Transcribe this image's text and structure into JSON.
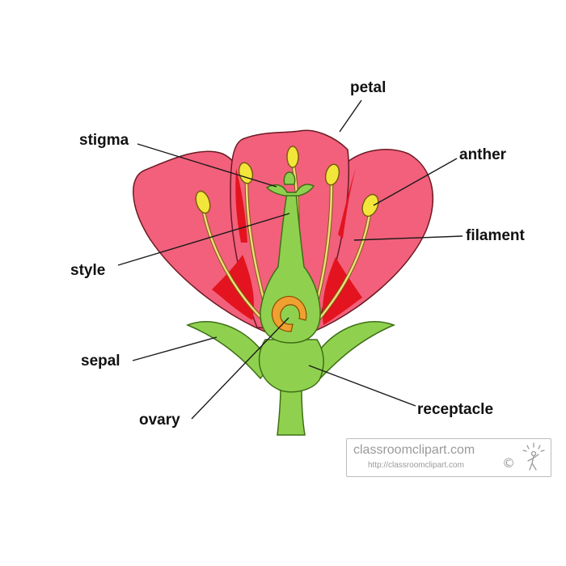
{
  "labels": {
    "petal": "petal",
    "stigma": "stigma",
    "anther": "anther",
    "filament": "filament",
    "style": "style",
    "sepal": "sepal",
    "ovary": "ovary",
    "receptacle": "receptacle"
  },
  "watermark": {
    "site": "classroomclipart.com",
    "url": "http://classroomclipart.com",
    "copyright": "©"
  },
  "colors": {
    "petal": "#f2607c",
    "petal_outline": "#6b1a22",
    "petal_inner": "#e3141f",
    "stem_green": "#8fd14f",
    "green_outline": "#3f6f16",
    "anther": "#f3e63a",
    "filament": "#f0dc7a",
    "ovule": "#f0a030",
    "leader_line": "#1a1a1a"
  }
}
